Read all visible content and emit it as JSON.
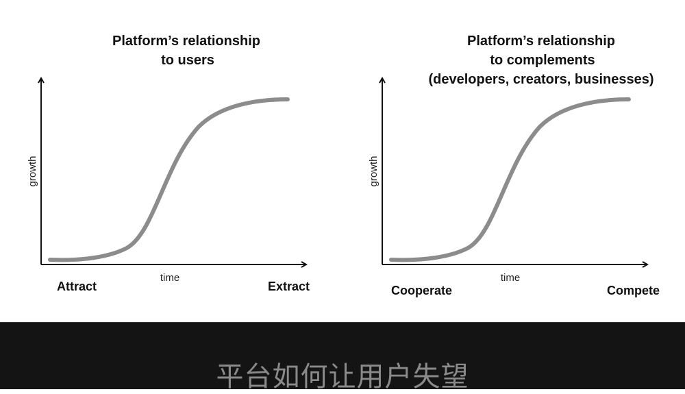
{
  "left_panel": {
    "title_lines": [
      "Platform’s relationship",
      "to users"
    ],
    "y_axis_label": "growth",
    "x_axis_label": "time",
    "start_label": "Attract",
    "end_label": "Extract"
  },
  "right_panel": {
    "title_lines": [
      "Platform’s relationship",
      "to complements",
      "(developers, creators, businesses)"
    ],
    "y_axis_label": "growth",
    "x_axis_label": "time",
    "start_label": "Cooperate",
    "end_label": "Compete"
  },
  "colors": {
    "curve": "#8c8c8c",
    "axes": "#111111",
    "banner": "#141414",
    "caption": "#8a8a8a"
  },
  "caption": "平台如何让用户失望"
}
